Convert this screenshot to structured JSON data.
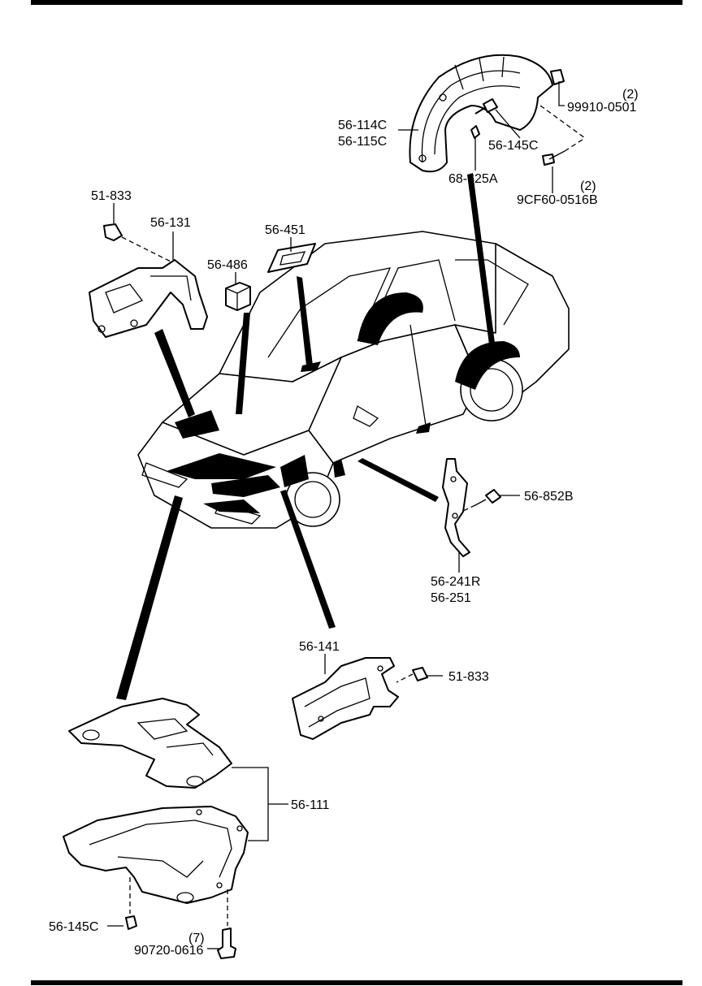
{
  "callouts": {
    "c_51_833_top": "51-833",
    "c_56_131": "56-131",
    "c_56_486": "56-486",
    "c_56_451": "56-451",
    "c_56_114c": "56-114C",
    "c_56_115c": "56-115C",
    "c_68_625a": "68-625A",
    "c_56_145c_top": "56-145C",
    "c_qty_2a": "(2)",
    "c_99910_0501": "99910-0501",
    "c_qty_2b": "(2)",
    "c_9cf60_0516b": "9CF60-0516B",
    "c_56_852b": "56-852B",
    "c_56_241r": "56-241R",
    "c_56_251": "56-251",
    "c_56_141": "56-141",
    "c_51_833_mid": "51-833",
    "c_56_111": "56-111",
    "c_56_145c_bot": "56-145C",
    "c_qty_7": "(7)",
    "c_90720_0616": "90720-0616"
  }
}
